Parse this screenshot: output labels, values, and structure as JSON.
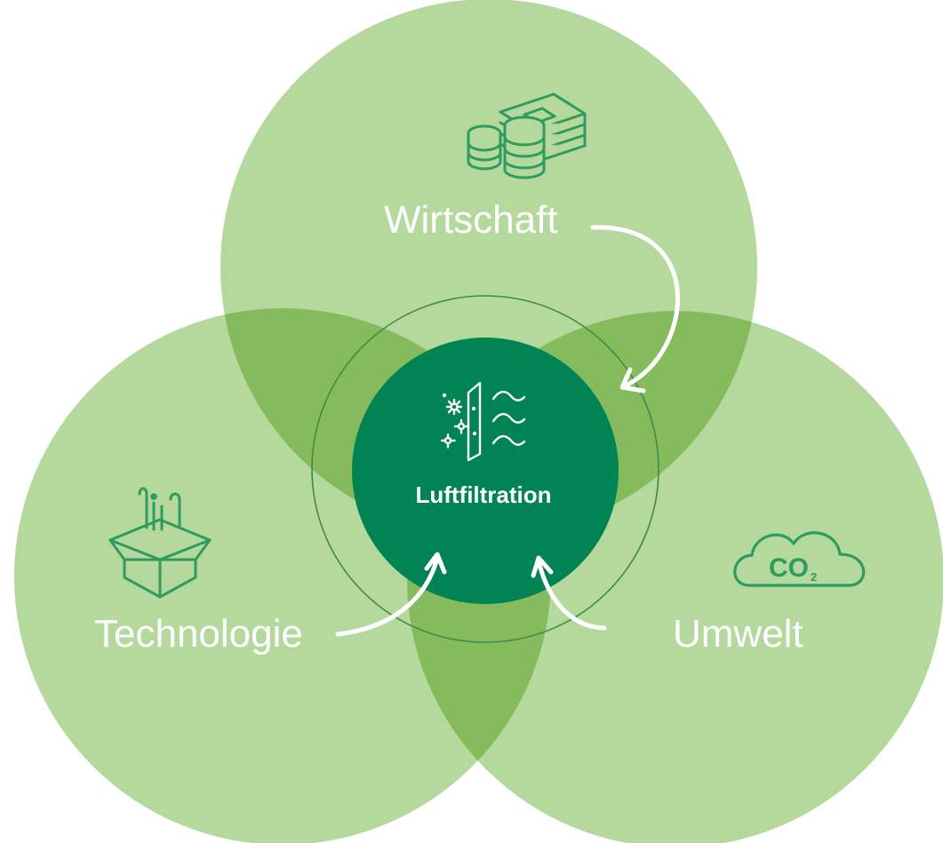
{
  "diagram": {
    "center": {
      "label": "Luftfiltration",
      "icon": "air-filter-icon"
    },
    "nodes": [
      {
        "id": "wirtschaft",
        "label": "Wirtschaft",
        "icon": "money-stacks-icon"
      },
      {
        "id": "technologie",
        "label": "Technologie",
        "icon": "box-technology-icon"
      },
      {
        "id": "umwelt",
        "label": "Umwelt",
        "icon": "co2-cloud-icon"
      }
    ],
    "icon_texts": {
      "co2": "CO",
      "co2_sub": "2"
    },
    "colors": {
      "circle_light": "#b5d99c",
      "overlap": "#85bb5c",
      "center": "#008453",
      "icon_green": "#2e9c5e",
      "ring": "#3f8a4f",
      "arrow": "#ffffff"
    }
  }
}
